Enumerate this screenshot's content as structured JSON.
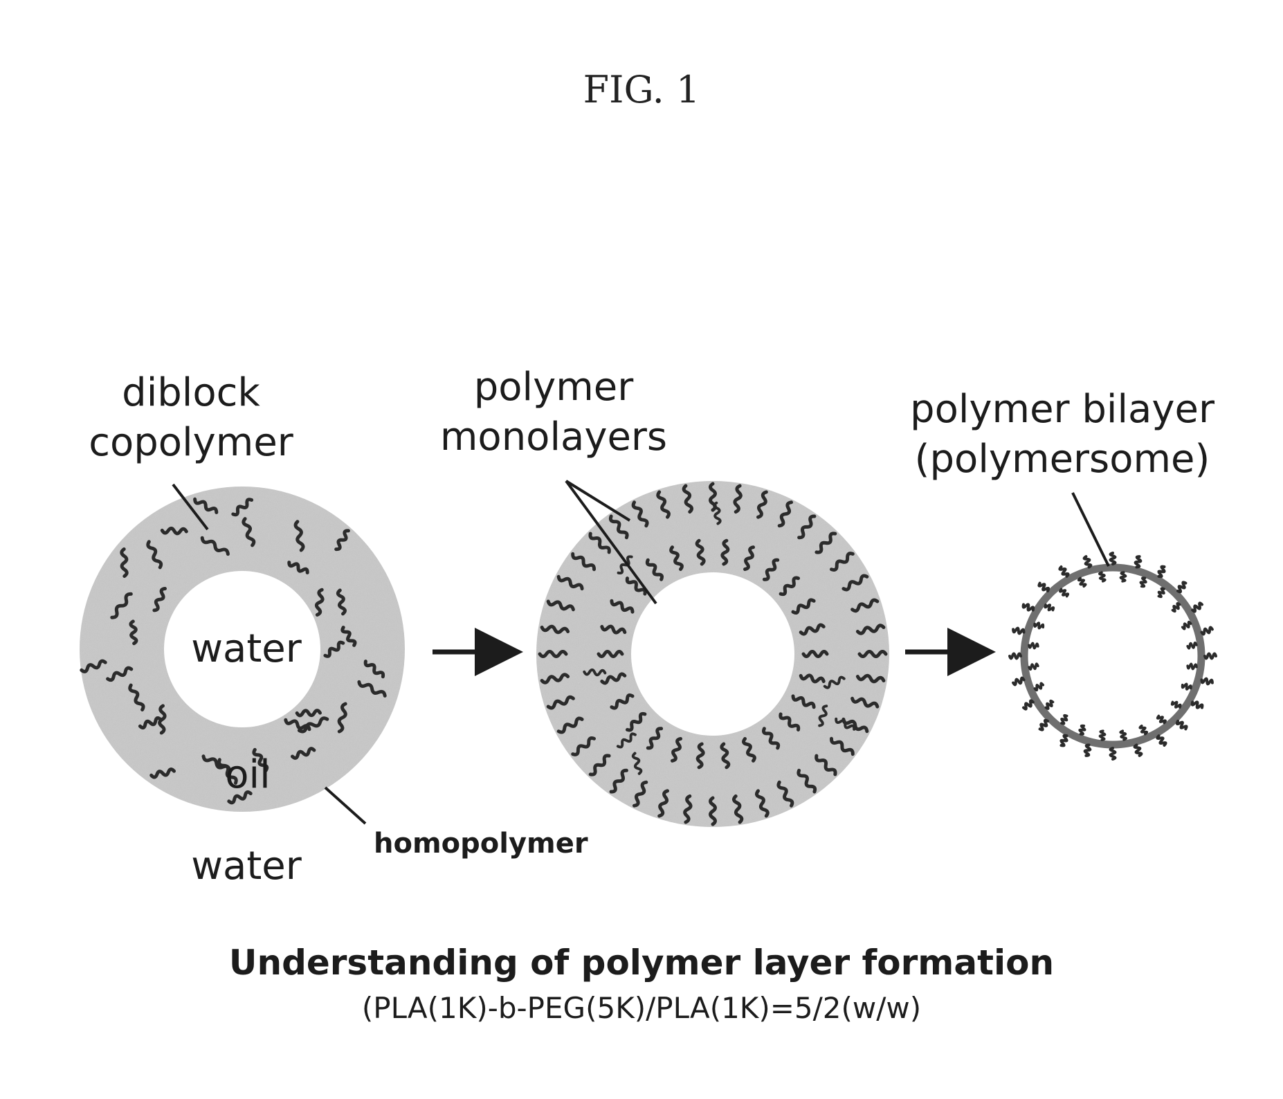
{
  "figure": {
    "title": "FIG. 1",
    "caption": "Understanding of polymer layer formation",
    "subcaption": "(PLA(1K)-b-PEG(5K)/PLA(1K)=5/2(w/w)"
  },
  "stage1": {
    "label_line1": "diblock",
    "label_line2": "copolymer",
    "inner": "water",
    "shell": "oil",
    "outer": "water",
    "homopolymer": "homopolymer"
  },
  "stage2": {
    "label_line1": "polymer",
    "label_line2": "monolayers"
  },
  "stage3": {
    "label_line1": "polymer bilayer",
    "label_line2": "(polymersome)"
  },
  "colors": {
    "shell_fill": "#c9c9c9",
    "chain": "#2b2b2b",
    "membrane": "#6f6f6f",
    "text": "#1c1c1c"
  }
}
